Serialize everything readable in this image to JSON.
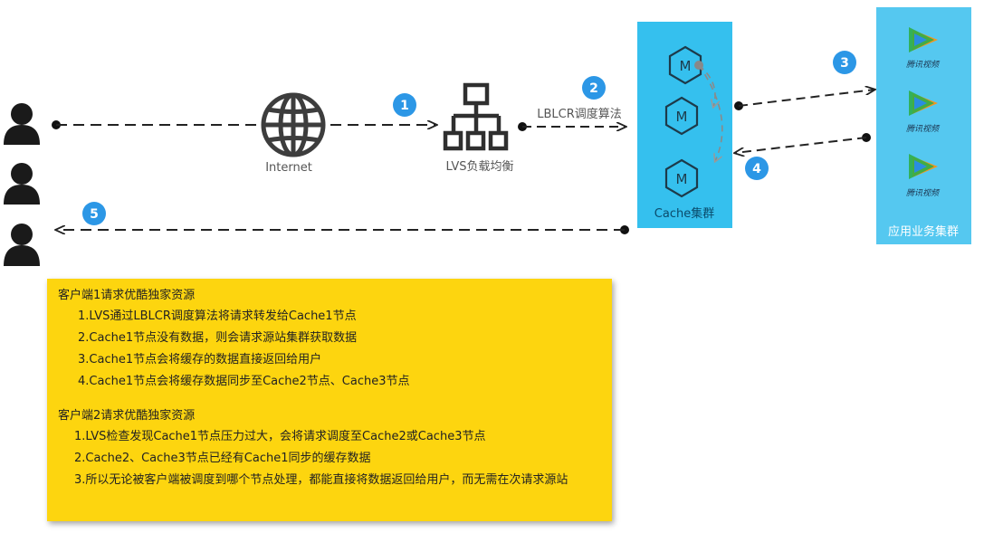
{
  "labels": {
    "internet": "Internet",
    "lvs": "LVS负载均衡",
    "lblcr": "LBLCR调度算法",
    "cache_cluster": "Cache集群",
    "app_cluster": "应用业务集群",
    "tencent_video": "腾讯视频"
  },
  "cache_node_letter": "M",
  "badges": [
    "1",
    "2",
    "3",
    "4",
    "5"
  ],
  "icons": [
    "user-icon",
    "globe-icon",
    "network-tree-icon",
    "memcache-icon",
    "tencent-video-icon"
  ],
  "notes": {
    "client1": {
      "title": "客户端1请求优酷独家资源",
      "items": [
        "1.LVS通过LBLCR调度算法将请求转发给Cache1节点",
        "2.Cache1节点没有数据，则会请求源站集群获取数据",
        "3.Cache1节点会将缓存的数据直接返回给用户",
        "4.Cache1节点会将缓存数据同步至Cache2节点、Cache3节点"
      ]
    },
    "client2": {
      "title": "客户端2请求优酷独家资源",
      "items": [
        "1.LVS检查发现Cache1节点压力过大，会将请求调度至Cache2或Cache3节点",
        "2.Cache2、Cache3节点已经有Cache1同步的缓存数据",
        "3.所以无论被客户端被调度到哪个节点处理，都能直接将数据返回给用户，而无需在次请求源站"
      ]
    }
  },
  "colors": {
    "badge": "#2c97e6",
    "cache_panel": "#35c0ee",
    "app_panel": "#55c8f0",
    "notes_bg": "#fdd50f",
    "line": "#333333"
  }
}
